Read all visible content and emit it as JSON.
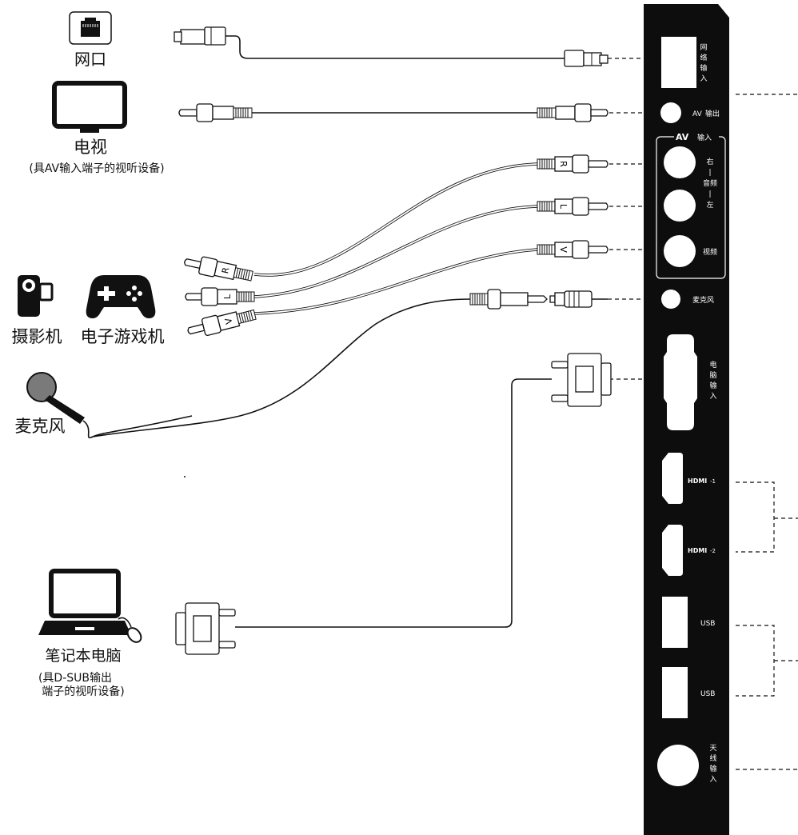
{
  "devices": {
    "network": "网口",
    "tv": "电视",
    "tv_note": "(具AV输入端子的视听设备)",
    "camcorder": "摄影机",
    "game_console": "电子游戏机",
    "microphone": "麦克风",
    "laptop": "笔记本电脑",
    "laptop_note_1": "(具D-SUB输出",
    "laptop_note_2": "端子的视听设备)"
  },
  "plug_letters": {
    "right": "R",
    "left": "L",
    "video": "V"
  },
  "panel": {
    "network_in": [
      "网",
      "络",
      "输",
      "入"
    ],
    "av_out_prefix": "AV",
    "av_out_suffix": "输出",
    "av_in_prefix": "AV",
    "av_in_suffix": "输入",
    "audio_right": "右",
    "audio_bar_1": "|",
    "audio_label": "音频",
    "audio_bar_2": "|",
    "audio_left": "左",
    "video": "视频",
    "mic": "麦克风",
    "pc_in": [
      "电",
      "脑",
      "输",
      "入"
    ],
    "hdmi_logo": "HDMI",
    "hdmi1_suffix": "-1",
    "hdmi2_suffix": "-2",
    "usb1": "USB",
    "usb2": "USB",
    "antenna_in": [
      "天",
      "线",
      "输",
      "入"
    ]
  },
  "icons": {
    "network": "ethernet-port-icon",
    "tv": "tv-icon",
    "camcorder": "camcorder-icon",
    "game_console": "gamepad-icon",
    "microphone": "microphone-icon",
    "laptop": "laptop-icon"
  },
  "colors": {
    "panel": "#0d0d0d",
    "line": "#111111",
    "background": "#ffffff"
  }
}
